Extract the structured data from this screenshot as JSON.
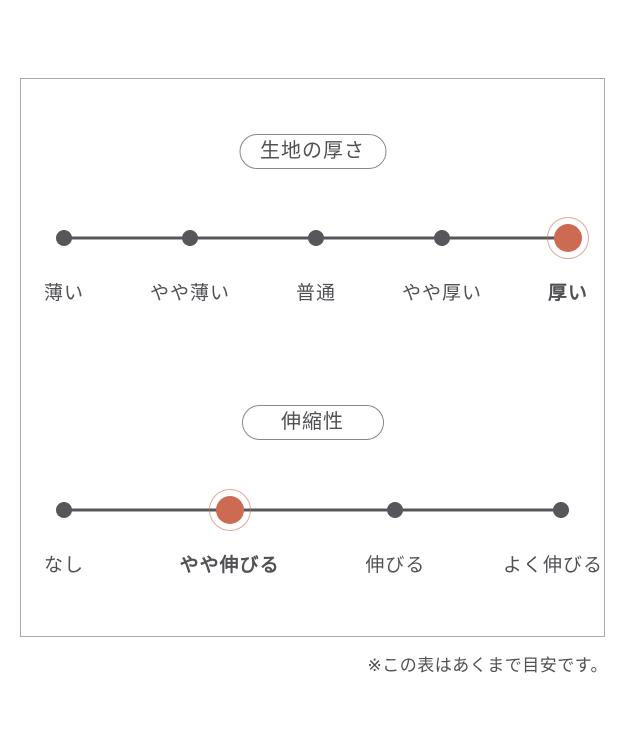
{
  "chart_data": [
    {
      "type": "line",
      "title": "生地の厚さ",
      "categories": [
        "薄い",
        "やや薄い",
        "普通",
        "やや厚い",
        "厚い"
      ],
      "selected_index": 4,
      "selected_label": "厚い",
      "legend": "off",
      "notes": "dot scale, selected point highlighted with orange fill and thin orange ring"
    },
    {
      "type": "line",
      "title": "伸縮性",
      "categories": [
        "なし",
        "やや伸びる",
        "伸びる",
        "よく伸びる"
      ],
      "selected_index": 1,
      "selected_label": "やや伸びる",
      "legend": "off",
      "notes": "dot scale, selected point highlighted with orange fill and thin orange ring"
    }
  ],
  "footnote": "※この表はあくまで目安です。",
  "colors": {
    "accent": "#cd6a52",
    "accent_ring": "rgba(207,106,82,0.6)",
    "line": "#57575b",
    "text": "#515155",
    "frame_border": "#a9a9a9",
    "pill_border": "#87878b"
  }
}
